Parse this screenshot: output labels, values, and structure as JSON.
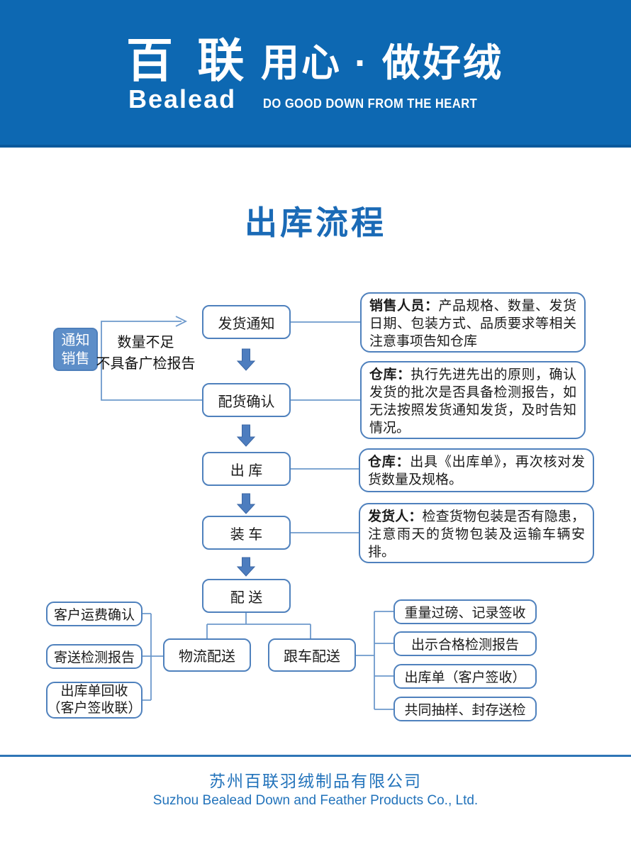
{
  "header": {
    "logo_cn": "百联",
    "logo_en": "Bealead",
    "slogan_cn": "用心 · 做好绒",
    "slogan_en": "DO GOOD DOWN FROM THE HEART",
    "band_color": "#0d68b2"
  },
  "title": "出库流程",
  "flow": {
    "steps": [
      "发货通知",
      "配货确认",
      "出 库",
      "装 车",
      "配 送"
    ],
    "notify_sales": {
      "line1": "通知",
      "line2": "销售"
    },
    "feedback_note": {
      "line1": "数量不足",
      "line2": "不具备广检报告"
    },
    "annotations": [
      {
        "lead": "销售人员：",
        "text": "产品规格、数量、发货日期、包装方式、品质要求等相关注意事项告知仓库"
      },
      {
        "lead": "仓库：",
        "text": "执行先进先出的原则，确认发货的批次是否具备检测报告，如无法按照发货通知发货，及时告知情况。"
      },
      {
        "lead": "仓库：",
        "text": "出具《出库单》，再次核对发货数量及规格。"
      },
      {
        "lead": "发货人：",
        "text": "检查货物包装是否有隐患，注意雨天的货物包装及运输车辆安排。"
      }
    ],
    "delivery_modes": [
      "物流配送",
      "跟车配送"
    ],
    "logistics_tasks": [
      "客户运费确认",
      "寄送检测报告"
    ],
    "logistics_task_two_line": {
      "line1": "出库单回收",
      "line2": "（客户签收联）"
    },
    "truck_tasks": [
      "重量过磅、记录签收",
      "出示合格检测报告",
      "出库单（客户签收）",
      "共同抽样、封存送检"
    ]
  },
  "footer": {
    "company_cn": "苏州百联羽绒制品有限公司",
    "company_en": "Suzhou Bealead Down and Feather Products Co., Ltd."
  },
  "colors": {
    "header_band": "#0d68b2",
    "title_blue": "#1a6ab6",
    "box_border": "#4f81bd",
    "connector": "#6d99cc",
    "block_arrow": "#4d7dbf",
    "notify_fill": "#5d8ec8",
    "footer_blue": "#2273bb",
    "footer_rule": "#2e75b6"
  }
}
